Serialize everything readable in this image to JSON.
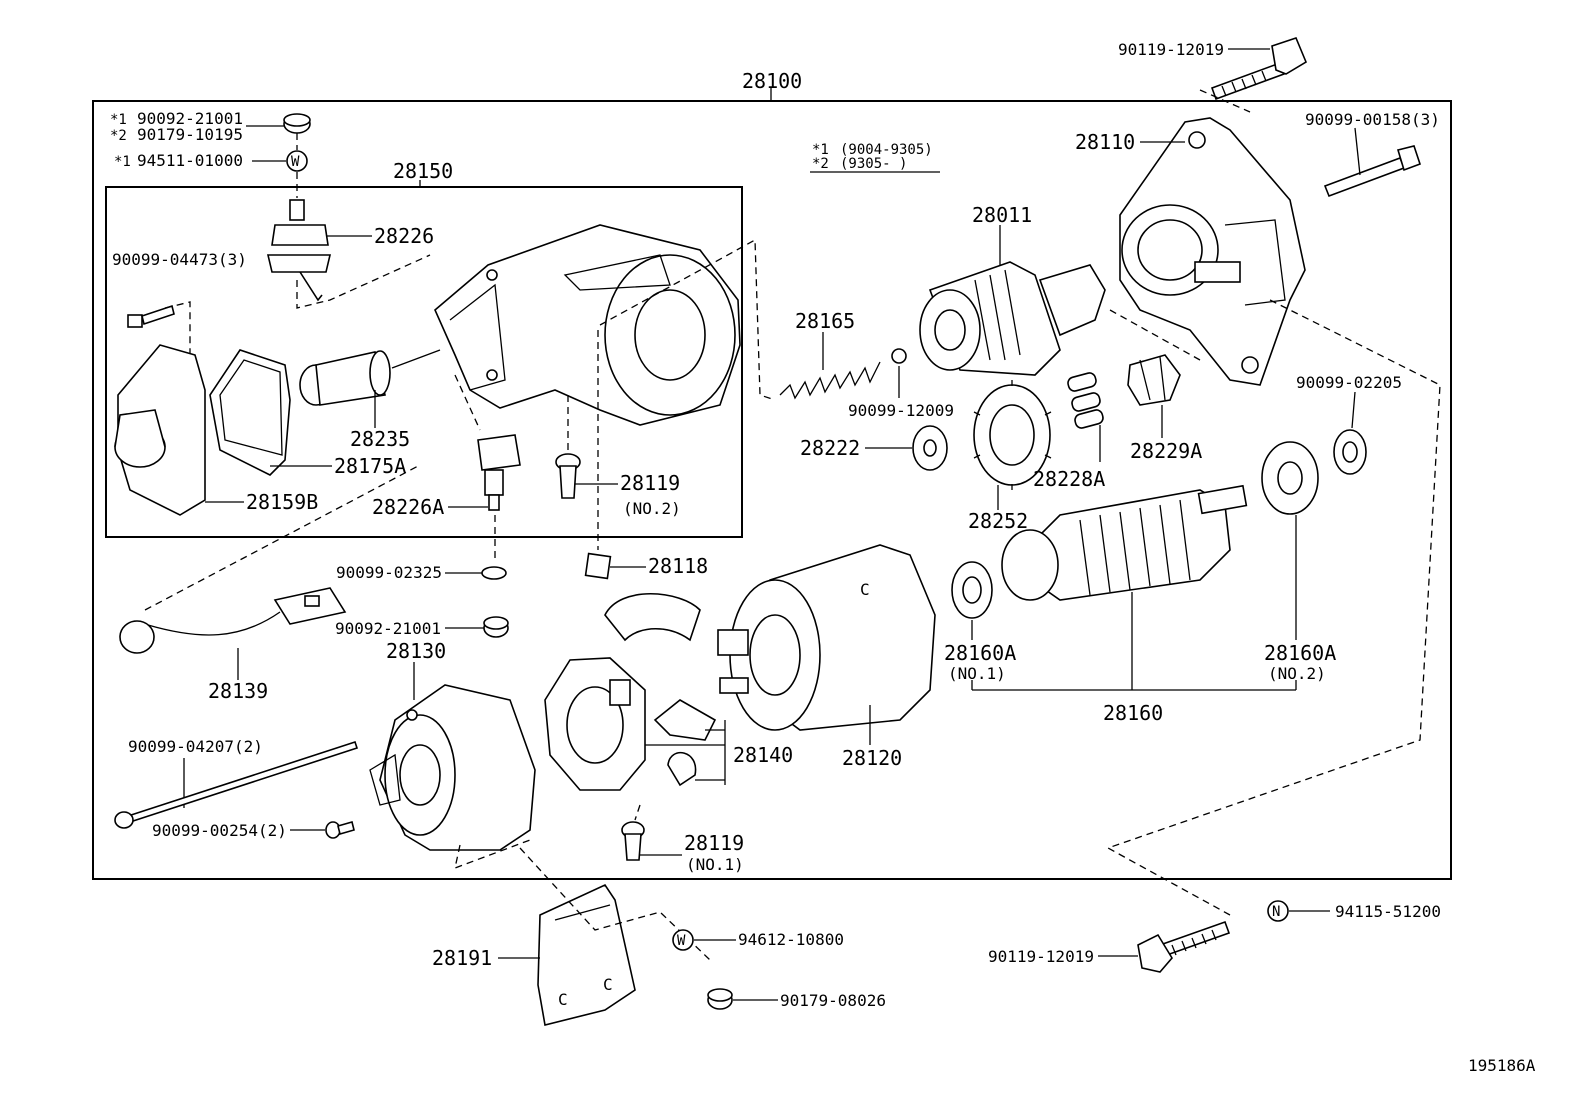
{
  "diagram": {
    "assembly_label": "28100",
    "subassembly_label": "28150",
    "drawing_number": "195186A",
    "notes": [
      {
        "mark": "*1",
        "text": "(9004-9305)"
      },
      {
        "mark": "*2",
        "text": "(9305-    )"
      }
    ],
    "parts": {
      "p90119_12019_top": "90119-12019",
      "p28110": "28110",
      "p90099_00158": "90099-00158(3)",
      "p90092_21001_top": "90092-21001",
      "p90179_10195": "90179-10195",
      "p94511_01000": "94511-01000",
      "mark1": "*1",
      "mark2": "*2",
      "mark1b": "*1",
      "p28226": "28226",
      "p90099_04473": "90099-04473(3)",
      "p28235": "28235",
      "p28175A": "28175A",
      "p28159B": "28159B",
      "p28226A": "28226A",
      "p28119_no2": "28119",
      "p28119_no2_sub": "(NO.2)",
      "p28011": "28011",
      "p28165": "28165",
      "p90099_12009": "90099-12009",
      "p28222": "28222",
      "p28252": "28252",
      "p28228A": "28228A",
      "p28229A": "28229A",
      "p90099_02205": "90099-02205",
      "p90099_02325": "90099-02325",
      "p28118": "28118",
      "p90092_21001_mid": "90092-21001",
      "p28139": "28139",
      "p28130": "28130",
      "p28160A_no1": "28160A",
      "p28160A_no1_sub": "(NO.1)",
      "p28160A_no2": "28160A",
      "p28160A_no2_sub": "(NO.2)",
      "p28160": "28160",
      "p28120": "28120",
      "p28140": "28140",
      "p90099_04207": "90099-04207(2)",
      "p90099_00254": "90099-00254(2)",
      "p28119_no1": "28119",
      "p28119_no1_sub": "(NO.1)",
      "p28191": "28191",
      "p94612_10800": "94612-10800",
      "p90179_08026": "90179-08026",
      "p94115_51200": "94115-51200",
      "p90119_12019_bot": "90119-12019"
    },
    "icons": {
      "washer_w_1": "W",
      "washer_w_2": "W",
      "nut_n": "N",
      "commutator_c1": "C",
      "commutator_c2": "C",
      "commutator_c3": "C"
    }
  }
}
